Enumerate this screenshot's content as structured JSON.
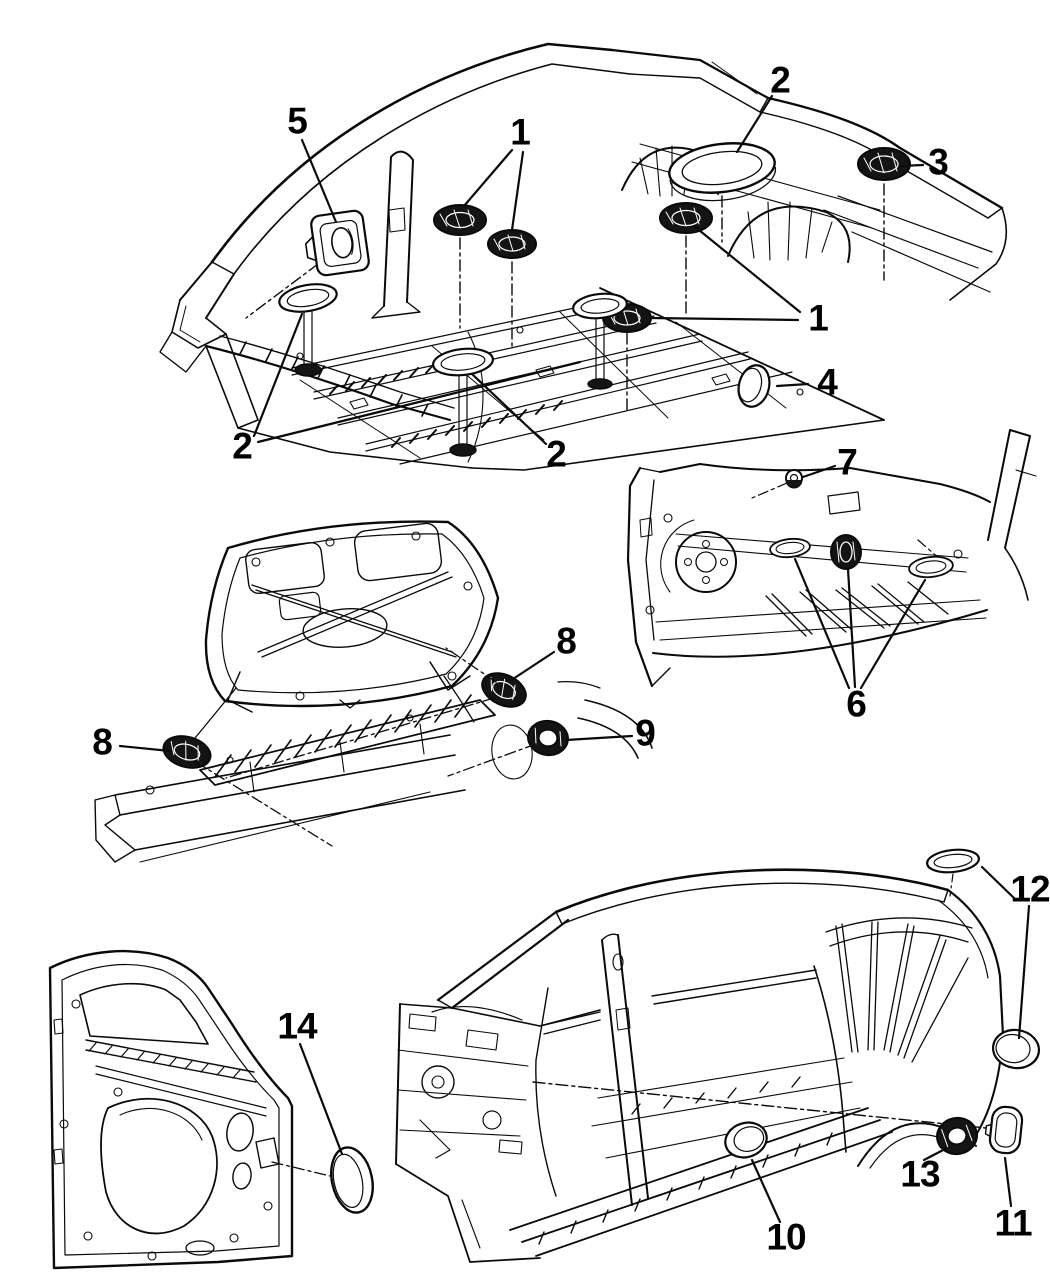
{
  "colors": {
    "background": "#ffffff",
    "line": "#000000",
    "plug_fill_dark": "#141414"
  },
  "callouts": [
    {
      "label": "5"
    },
    {
      "label": "1"
    },
    {
      "label": "2"
    },
    {
      "label": "3"
    },
    {
      "label": "1"
    },
    {
      "label": "4"
    },
    {
      "label": "2"
    },
    {
      "label": "2"
    },
    {
      "label": "7"
    },
    {
      "label": "6"
    },
    {
      "label": "8"
    },
    {
      "label": "9"
    },
    {
      "label": "8"
    },
    {
      "label": "12"
    },
    {
      "label": "14"
    },
    {
      "label": "10"
    },
    {
      "label": "13"
    },
    {
      "label": "11"
    }
  ]
}
